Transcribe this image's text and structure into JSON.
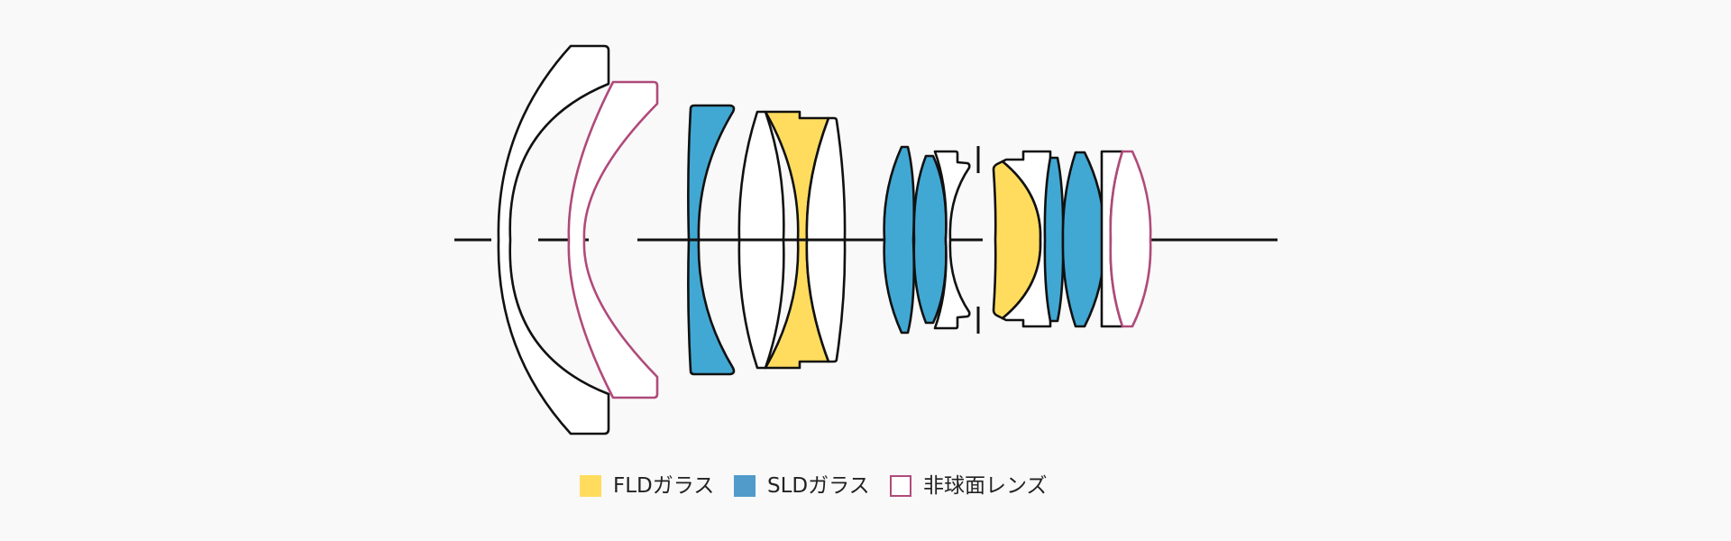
{
  "legend": [
    {
      "label": "FLDガラス",
      "color": "#ffdc5e",
      "style": "filled"
    },
    {
      "label": "SLDガラス",
      "color": "#519bcb",
      "style": "filled"
    },
    {
      "label": "非球面レンズ",
      "color": "#b04a7a",
      "style": "outline"
    }
  ]
}
